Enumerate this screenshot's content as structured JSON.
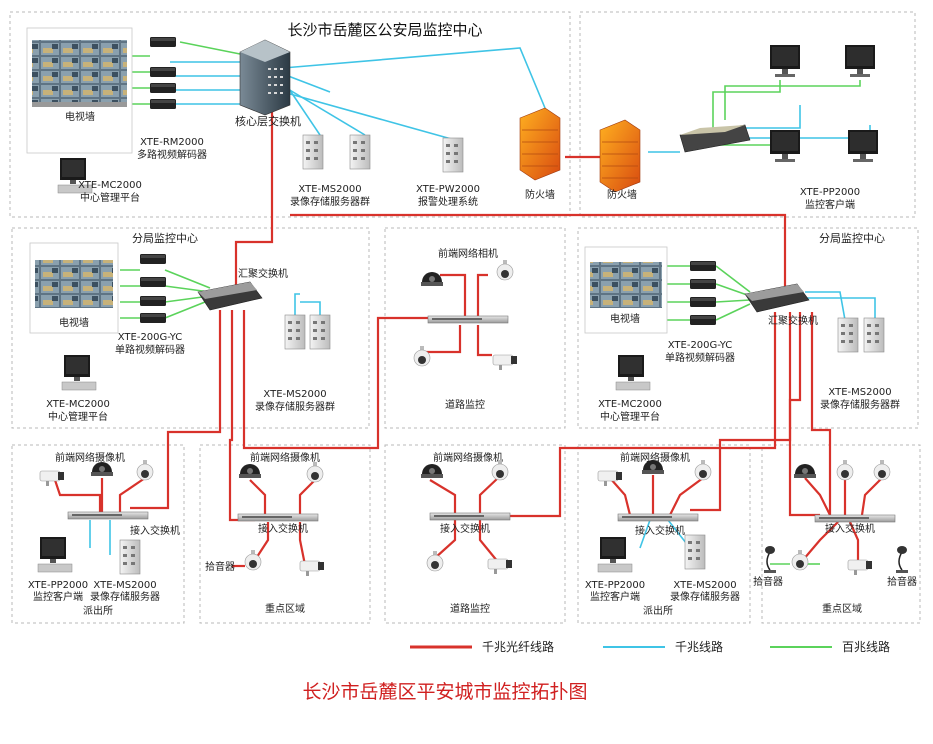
{
  "titles": {
    "center": "长沙市岳麓区公安局监控中心",
    "main": "长沙市岳麓区平安城市监控拓扑图"
  },
  "hq": {
    "video_wall": "电视墙",
    "decoder_model": "XTE-RM2000",
    "decoder_name": "多路视频解码器",
    "core_switch": "核心层交换机",
    "mgmt_model": "XTE-MC2000",
    "mgmt_name": "中心管理平台",
    "storage_model": "XTE-MS2000",
    "storage_name": "录像存储服务器群",
    "alarm_model": "XTE-PW2000",
    "alarm_name": "报警处理系统",
    "firewall1": "防火墙",
    "firewall2": "防火墙",
    "client_model": "XTE-PP2000",
    "client_name": "监控客户端"
  },
  "branch_left": {
    "title": "分局监控中心",
    "video_wall": "电视墙",
    "agg_switch": "汇聚交换机",
    "decoder_model": "XTE-200G-YC",
    "decoder_name": "单路视频解码器",
    "mgmt_model": "XTE-MC2000",
    "mgmt_name": "中心管理平台",
    "storage_model": "XTE-MS2000",
    "storage_name": "录像存储服务器群"
  },
  "road_mid": {
    "title": "前端网络相机",
    "caption": "道路监控"
  },
  "branch_right": {
    "title": "分局监控中心",
    "video_wall": "电视墙",
    "agg_switch": "汇聚交换机",
    "decoder_model": "XTE-200G-YC",
    "decoder_name": "单路视频解码器",
    "mgmt_model": "XTE-MC2000",
    "mgmt_name": "中心管理平台",
    "storage_model": "XTE-MS2000",
    "storage_name": "录像存储服务器群"
  },
  "bottom": {
    "station1": {
      "title": "前端网络摄像机",
      "switch": "接入交换机",
      "client_model": "XTE-PP2000",
      "client_name": "监控客户端",
      "storage_model": "XTE-MS2000",
      "storage_name": "录像存储服务器",
      "caption": "派出所"
    },
    "key1": {
      "title": "前端网络摄像机",
      "switch": "接入交换机",
      "mic": "拾音器",
      "caption": "重点区域"
    },
    "road2": {
      "title": "前端网络摄像机",
      "switch": "接入交换机",
      "caption": "道路监控"
    },
    "station2": {
      "title": "前端网络摄像机",
      "switch": "接入交换机",
      "client_model": "XTE-PP2000",
      "client_name": "监控客户端",
      "storage_model": "XTE-MS2000",
      "storage_name": "录像存储服务器",
      "caption": "派出所"
    },
    "key2": {
      "switch": "接入交换机",
      "mic_left": "拾音器",
      "mic_right": "拾音器",
      "caption": "重点区域"
    }
  },
  "legend": {
    "fiber": "千兆光纤线路",
    "gigabit": "千兆线路",
    "hundred": "百兆线路",
    "colors": {
      "fiber": "#d8322b",
      "gigabit": "#3fc4e6",
      "hundred": "#5bd35b"
    }
  }
}
